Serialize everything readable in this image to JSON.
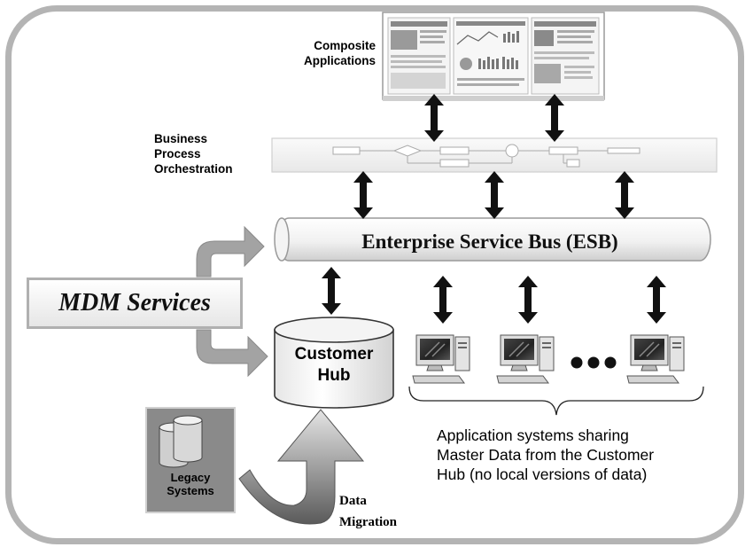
{
  "labels": {
    "composite": [
      "Composite",
      "Applications"
    ],
    "bpo": [
      "Business",
      "Process",
      "Orchestration"
    ],
    "esb": "Enterprise Service Bus (ESB)",
    "mdm": "MDM Services",
    "hub": [
      "Customer",
      "Hub"
    ],
    "legacy": [
      "Legacy",
      "Systems"
    ],
    "data_migration": [
      "Data",
      "Migration"
    ],
    "app_systems": [
      "Application systems sharing",
      "Master Data from the Customer",
      "Hub (no local versions of data)"
    ]
  },
  "colors": {
    "frame": "#b4b4b4",
    "arrow": "#111111",
    "gray_arrow": "#9a9a9a",
    "panel": "#f2f2f2"
  },
  "icons": {
    "composite_screens": "dashboard-screens-icon",
    "workflow": "workflow-diagram-icon",
    "legacy_db": "database-stack-icon",
    "computer": "desktop-computer-icon"
  }
}
